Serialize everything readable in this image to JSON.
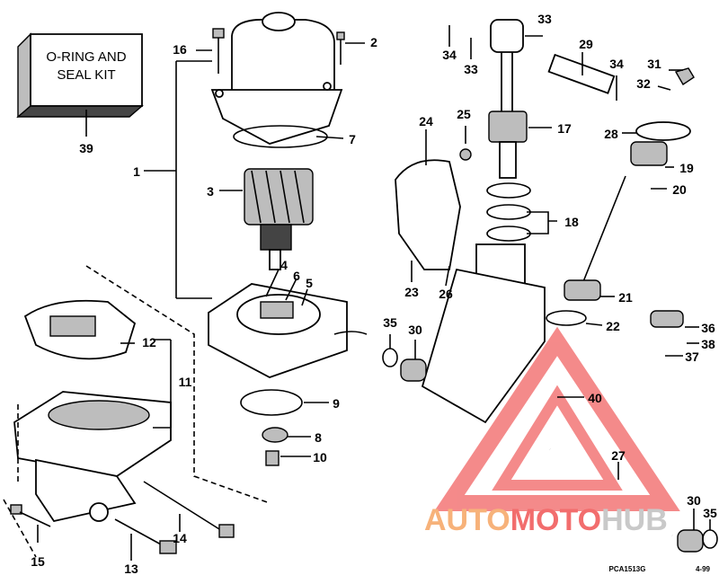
{
  "kit_box": {
    "line1": "O-RING AND",
    "line2": "SEAL KIT"
  },
  "callouts": [
    "39",
    "16",
    "2",
    "7",
    "1",
    "3",
    "4",
    "6",
    "5",
    "9",
    "8",
    "10",
    "12",
    "11",
    "14",
    "15",
    "13",
    "33",
    "34",
    "33",
    "29",
    "34",
    "31",
    "32",
    "25",
    "17",
    "24",
    "28",
    "19",
    "20",
    "18",
    "23",
    "26",
    "21",
    "22",
    "36",
    "38",
    "37",
    "35",
    "30",
    "40",
    "27",
    "30",
    "35"
  ],
  "watermark": {
    "part1": "AUTO",
    "part2": "MOTO",
    "part3": "HUB",
    "color_red": "#f26d6d",
    "color_orange": "#f7b27a",
    "color_gray": "#c9c9c9"
  },
  "figure_ref": "PCA1513G",
  "date_ref": "4-99"
}
